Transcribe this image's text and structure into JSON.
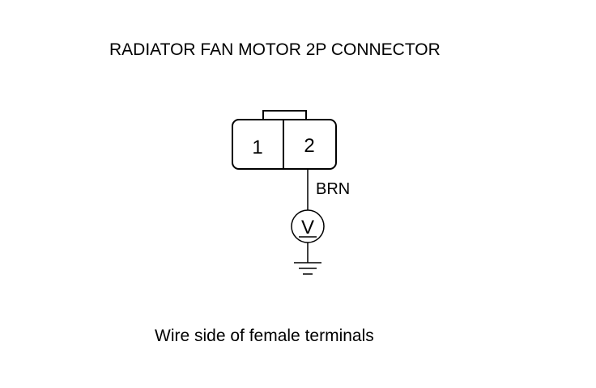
{
  "title": "RADIATOR FAN MOTOR 2P CONNECTOR",
  "connector": {
    "pins": [
      "1",
      "2"
    ]
  },
  "wire": {
    "color_label": "BRN"
  },
  "meter": {
    "symbol": "V"
  },
  "caption": "Wire side of female terminals"
}
